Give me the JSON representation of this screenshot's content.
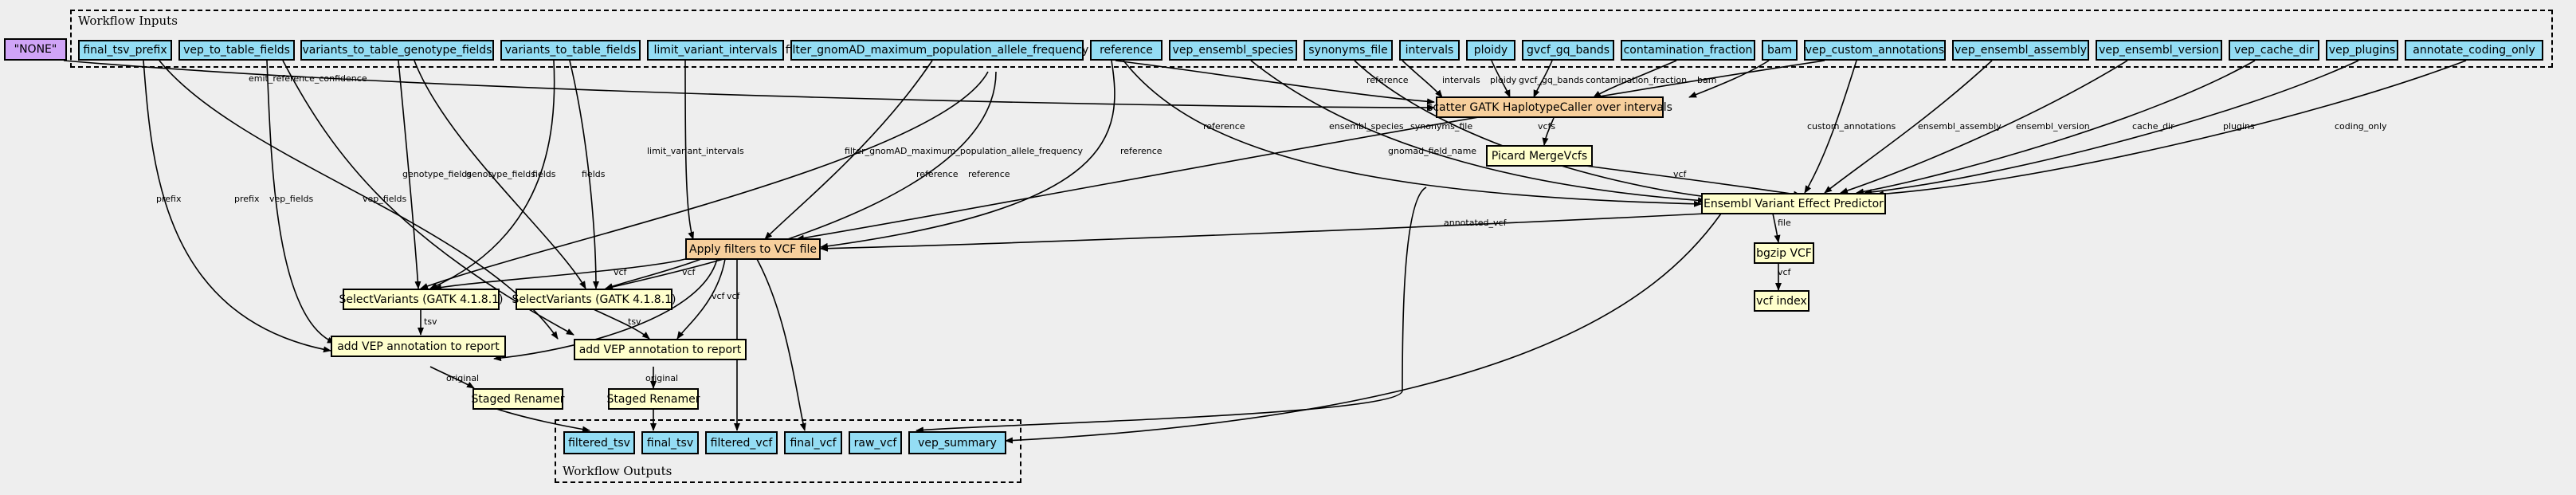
{
  "clusters": {
    "inputs_label": "Workflow Inputs",
    "outputs_label": "Workflow Outputs"
  },
  "nodes": {
    "none_const": "\"NONE\"",
    "final_tsv_prefix": "final_tsv_prefix",
    "vep_to_table_fields": "vep_to_table_fields",
    "variants_to_table_genotype_fields": "variants_to_table_genotype_fields",
    "variants_to_table_fields": "variants_to_table_fields",
    "limit_variant_intervals": "limit_variant_intervals",
    "filter_gnomad": "filter_gnomAD_maximum_population_allele_frequency",
    "reference": "reference",
    "vep_ensembl_species": "vep_ensembl_species",
    "synonyms_file": "synonyms_file",
    "intervals": "intervals",
    "ploidy": "ploidy",
    "gvcf_gq_bands": "gvcf_gq_bands",
    "contamination_fraction": "contamination_fraction",
    "bam": "bam",
    "vep_custom_annotations": "vep_custom_annotations",
    "vep_ensembl_assembly": "vep_ensembl_assembly",
    "vep_ensembl_version": "vep_ensembl_version",
    "vep_cache_dir": "vep_cache_dir",
    "vep_plugins": "vep_plugins",
    "annotate_coding_only": "annotate_coding_only",
    "haplotype_caller": "scatter GATK HaplotypeCaller over intervals",
    "merge_vcfs": "Picard MergeVcfs",
    "vep": "Ensembl Variant Effect Predictor",
    "apply_filters": "Apply filters to VCF file",
    "bgzip": "bgzip VCF",
    "vcf_index": "vcf index",
    "select_variants_1": "SelectVariants (GATK 4.1.8.1)",
    "select_variants_2": "SelectVariants (GATK 4.1.8.1)",
    "add_vep_1": "add VEP annotation to report",
    "add_vep_2": "add VEP annotation to report",
    "staged_renamer_1": "Staged Renamer",
    "staged_renamer_2": "Staged Renamer",
    "filtered_tsv": "filtered_tsv",
    "final_tsv": "final_tsv",
    "filtered_vcf": "filtered_vcf",
    "final_vcf": "final_vcf",
    "raw_vcf": "raw_vcf",
    "vep_summary": "vep_summary"
  },
  "edge_labels": {
    "emit_reference_confidence": "emit_reference_confidence",
    "reference": "reference",
    "intervals": "intervals",
    "ploidy": "ploidy",
    "gvcf_gq_bands": "gvcf_gq_bands",
    "contamination_fraction": "contamination_fraction",
    "bam": "bam",
    "vcfs": "vcfs",
    "ensembl_species": "ensembl_species",
    "synonyms_file": "synonyms_file",
    "custom_annotations": "custom_annotations",
    "ensembl_assembly": "ensembl_assembly",
    "ensembl_version": "ensembl_version",
    "cache_dir": "cache_dir",
    "plugins": "plugins",
    "coding_only": "coding_only",
    "gnomad_field_name": "gnomad_field_name",
    "vcf": "vcf",
    "annotated_vcf": "annotated_vcf",
    "file": "file",
    "limit_variant_intervals": "limit_variant_intervals",
    "filter_gnomad": "filter_gnomAD_maximum_population_allele_frequency",
    "genotype_fields": "genotype_fields",
    "fields": "fields",
    "prefix": "prefix",
    "vep_fields": "vep_fields",
    "tsv": "tsv",
    "original": "original"
  }
}
